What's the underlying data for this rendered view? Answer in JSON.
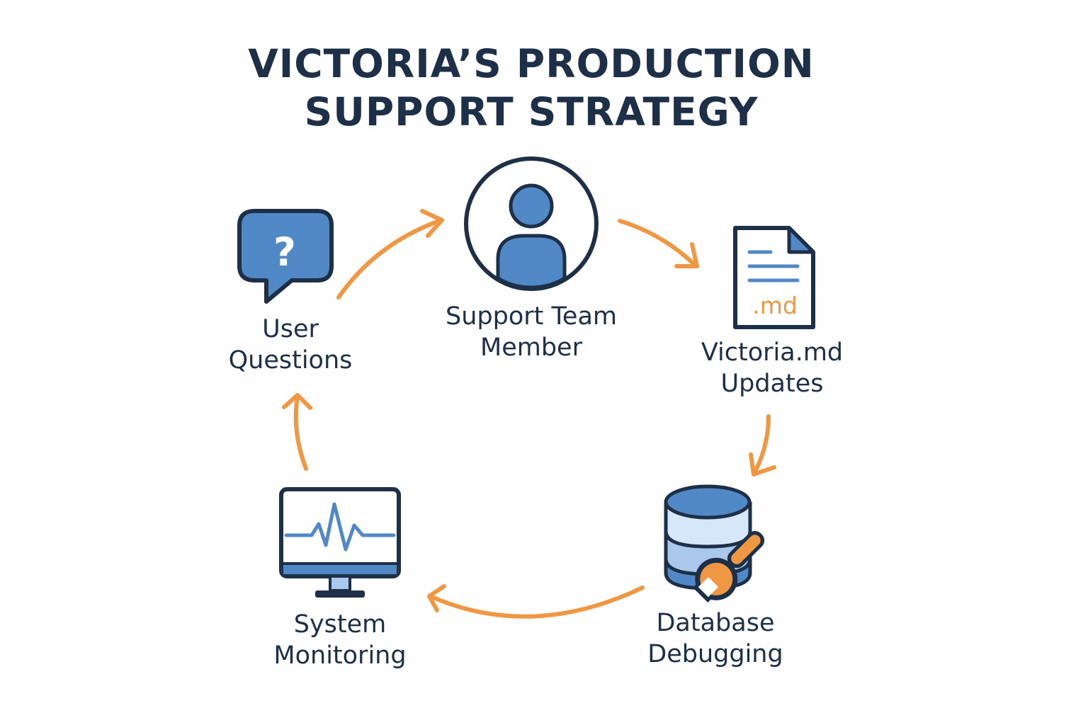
{
  "title": {
    "line1": "VICTORIA’S PRODUCTION",
    "line2": "SUPPORT STRATEGY"
  },
  "nodes": {
    "support_team": {
      "line1": "Support Team",
      "line2": "Member",
      "icon": "person-icon"
    },
    "victoria_md": {
      "line1": "Victoria.md",
      "line2": "Updates",
      "icon": "markdown-file-icon",
      "file_ext": ".md"
    },
    "database": {
      "line1": "Database",
      "line2": "Debugging",
      "icon": "database-wrench-icon"
    },
    "monitoring": {
      "line1": "System",
      "line2": "Monitoring",
      "icon": "monitor-heartbeat-icon"
    },
    "user_questions": {
      "line1": "User",
      "line2": "Questions",
      "icon": "question-bubble-icon",
      "glyph": "?"
    }
  },
  "colors": {
    "navy": "#1e3047",
    "blue": "#5089c6",
    "light_blue": "#a9c8ec",
    "pale_blue": "#d7e7fa",
    "orange": "#ef9743"
  }
}
